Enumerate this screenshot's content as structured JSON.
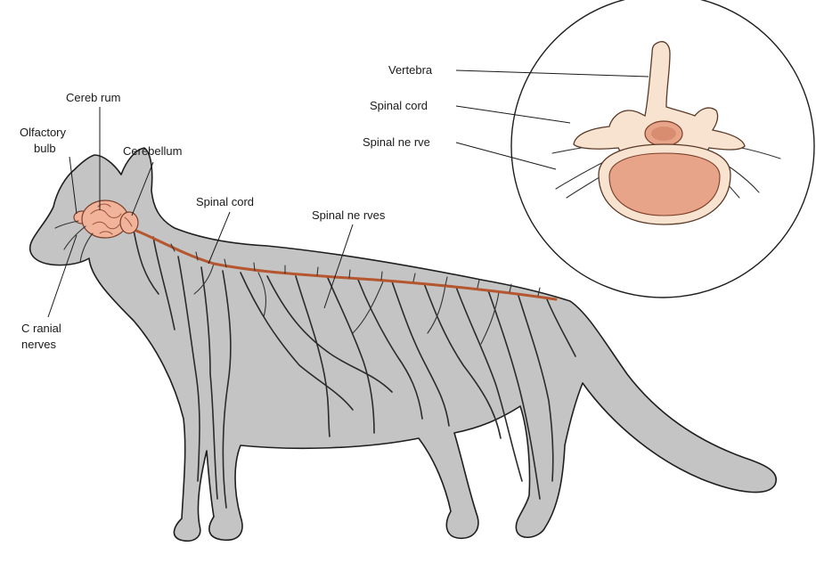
{
  "colors": {
    "body_fill": "#c4c4c4",
    "outline": "#1f1f1f",
    "spinal_cord": "#b5562e",
    "brain": "#f2b39b",
    "bone": "#f7e3cf",
    "disc": "#e8a489",
    "background": "#ffffff"
  },
  "labels": {
    "cerebrum": "Cereb rum",
    "olfactory_line1": "Olfactory",
    "olfactory_line2": "bulb",
    "cerebellum": "Cerebellum",
    "spinal_cord": "Spinal cord",
    "spinal_nerves": "Spinal ne rves",
    "cranial_line1": "C ranial",
    "cranial_line2": "nerves"
  },
  "inset": {
    "vertebra": "Vertebra",
    "spinal_cord": "Spinal cord",
    "spinal_nerve": "Spinal ne rve"
  }
}
